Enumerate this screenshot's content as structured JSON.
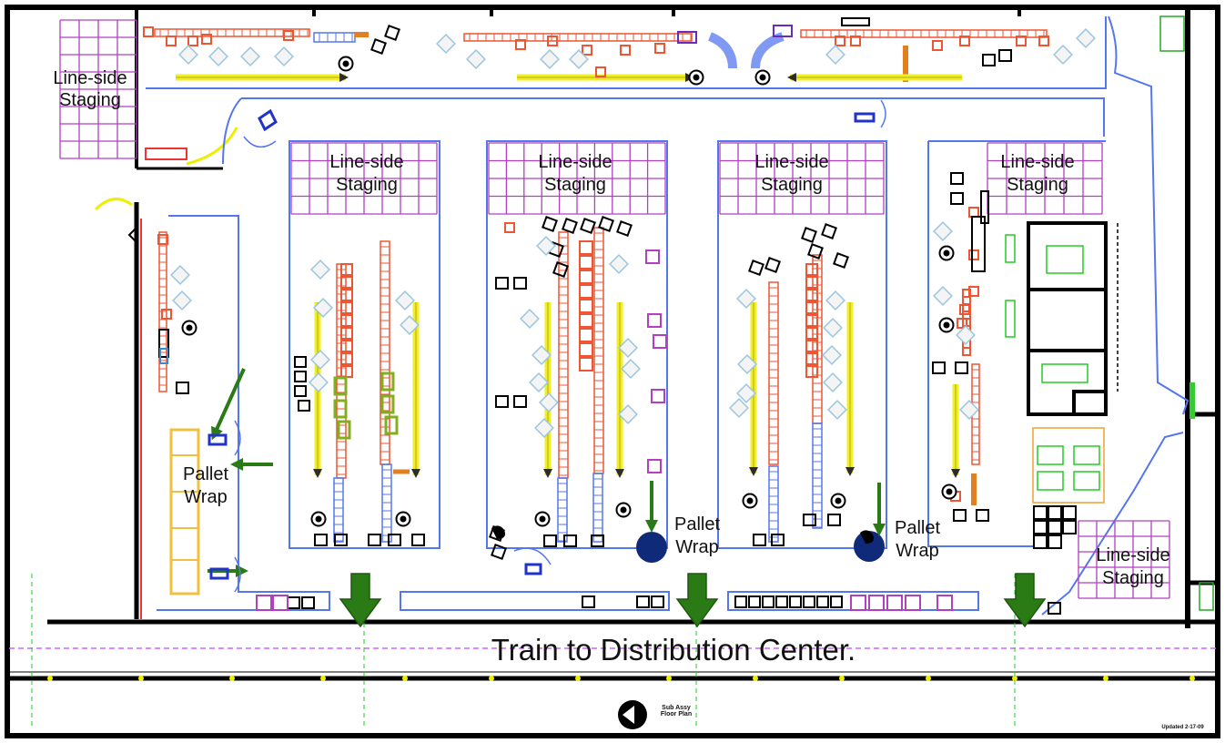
{
  "labels": {
    "staging_left": [
      "Line-side",
      "Staging"
    ],
    "staging_1": [
      "Line-side",
      "Staging"
    ],
    "staging_2": [
      "Line-side",
      "Staging"
    ],
    "staging_3": [
      "Line-side",
      "Staging"
    ],
    "staging_4": [
      "Line-side",
      "Staging"
    ],
    "staging_bottom_right": [
      "Line-side",
      "Staging"
    ],
    "pallet_wrap_left": [
      "Pallet",
      "Wrap"
    ],
    "pallet_wrap_mid": [
      "Pallet",
      "Wrap"
    ],
    "pallet_wrap_right": [
      "Pallet",
      "Wrap"
    ],
    "train": "Train to Distribution Center."
  },
  "title_block": {
    "plan_name": [
      "Sub Assy",
      "Floor Plan"
    ],
    "updated": "Updated 2-17-09"
  },
  "colors": {
    "walls": "#000000",
    "aisles": "#5577ee",
    "staging_grid": "#b040c0",
    "conveyor": "#ee5533",
    "flow_arrow": "#f2ee22",
    "exit_arrow": "#2a7a16",
    "pallet_wrap": "#102a7a",
    "rail_line": "#cc66ff"
  }
}
